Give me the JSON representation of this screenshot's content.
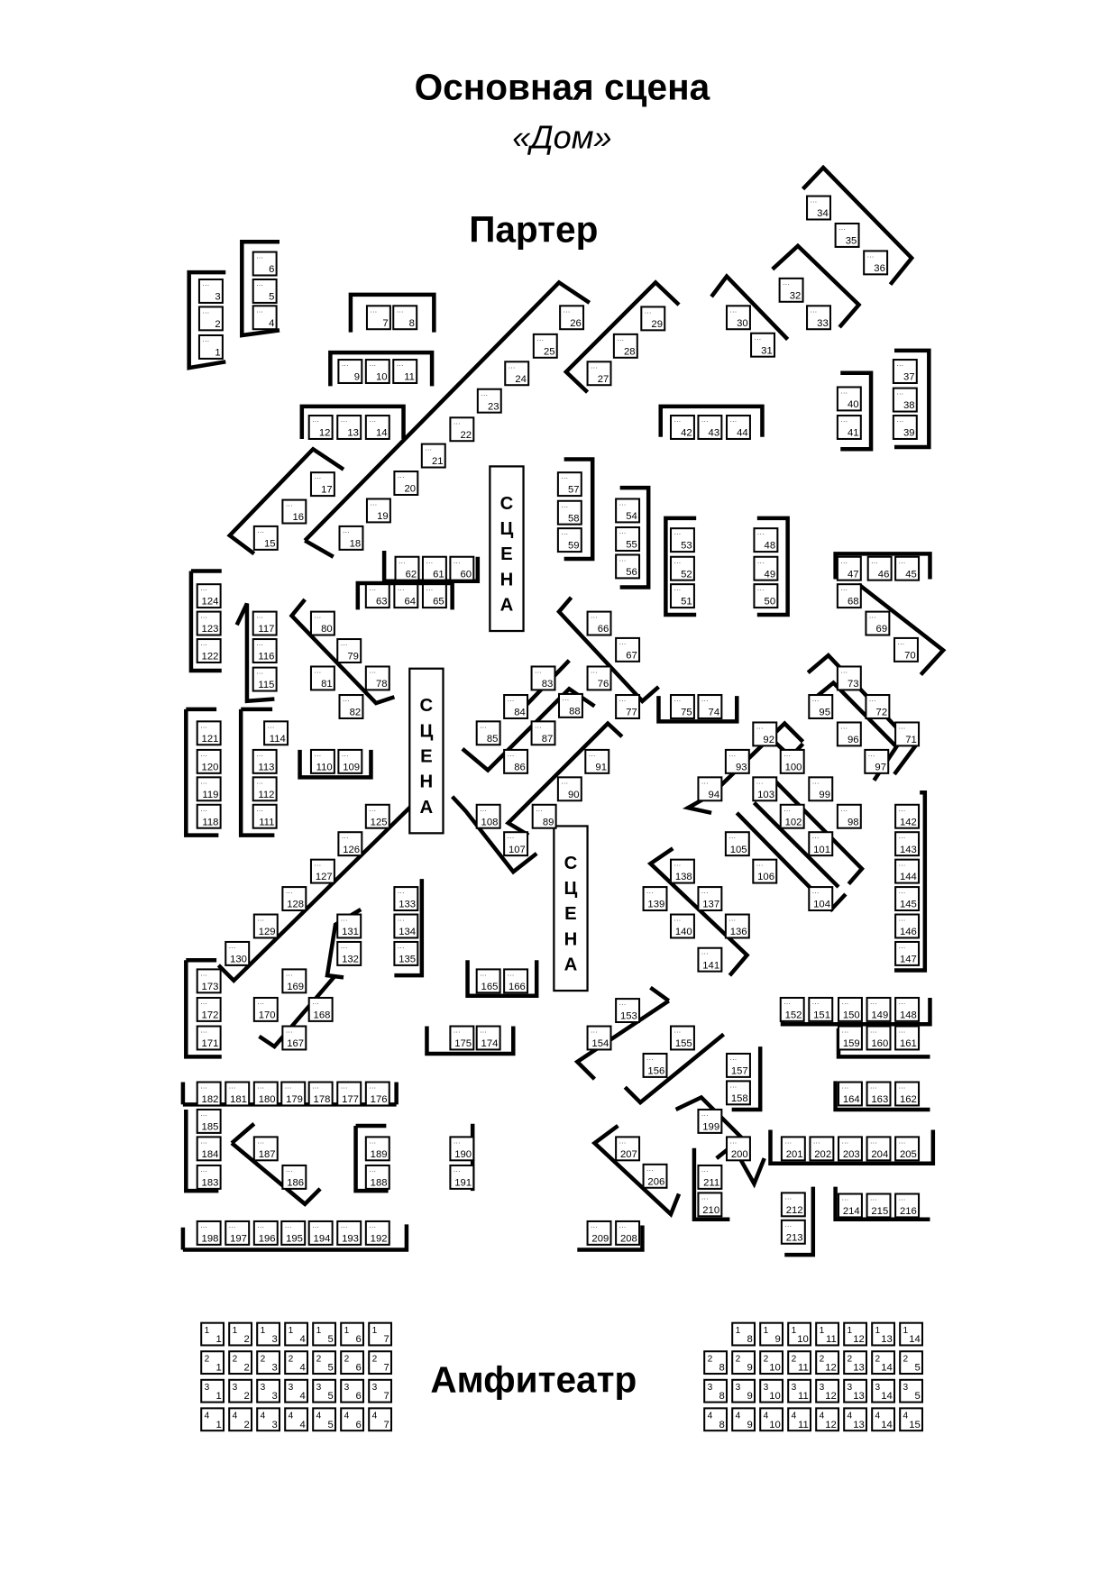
{
  "header": {
    "title": "Основная сцена",
    "subtitle": "«Дом»"
  },
  "parterre": {
    "label": "Партер",
    "stage_label": "СЦЕНА",
    "seat_marker": "···",
    "seats": [
      "1",
      "2",
      "3",
      "4",
      "5",
      "6",
      "7",
      "8",
      "9",
      "10",
      "11",
      "12",
      "13",
      "14",
      "15",
      "16",
      "17",
      "18",
      "19",
      "20",
      "21",
      "22",
      "23",
      "24",
      "25",
      "26",
      "27",
      "28",
      "29",
      "30",
      "31",
      "32",
      "33",
      "34",
      "35",
      "36",
      "37",
      "38",
      "39",
      "40",
      "41",
      "42",
      "43",
      "44",
      "45",
      "46",
      "47",
      "48",
      "49",
      "50",
      "51",
      "52",
      "53",
      "54",
      "55",
      "56",
      "57",
      "58",
      "59",
      "60",
      "61",
      "62",
      "63",
      "64",
      "65",
      "66",
      "67",
      "68",
      "69",
      "70",
      "71",
      "72",
      "73",
      "74",
      "75",
      "76",
      "77",
      "78",
      "79",
      "80",
      "81",
      "82",
      "83",
      "84",
      "85",
      "86",
      "87",
      "88",
      "89",
      "90",
      "91",
      "92",
      "93",
      "94",
      "95",
      "96",
      "97",
      "98",
      "99",
      "100",
      "101",
      "102",
      "103",
      "104",
      "105",
      "106",
      "107",
      "108",
      "109",
      "110",
      "111",
      "112",
      "113",
      "114",
      "115",
      "116",
      "117",
      "118",
      "119",
      "120",
      "121",
      "122",
      "123",
      "124",
      "125",
      "126",
      "127",
      "128",
      "129",
      "130",
      "131",
      "132",
      "133",
      "134",
      "135",
      "136",
      "137",
      "138",
      "139",
      "140",
      "141",
      "142",
      "143",
      "144",
      "145",
      "146",
      "147",
      "148",
      "149",
      "150",
      "151",
      "152",
      "153",
      "154",
      "155",
      "156",
      "157",
      "158",
      "159",
      "160",
      "161",
      "162",
      "163",
      "164",
      "165",
      "166",
      "167",
      "168",
      "169",
      "170",
      "171",
      "172",
      "173",
      "174",
      "175",
      "176",
      "177",
      "178",
      "179",
      "180",
      "181",
      "182",
      "183",
      "184",
      "185",
      "186",
      "187",
      "188",
      "189",
      "190",
      "191",
      "192",
      "193",
      "194",
      "195",
      "196",
      "197",
      "198",
      "199",
      "200",
      "201",
      "202",
      "203",
      "204",
      "205",
      "206",
      "207",
      "208",
      "209",
      "210",
      "211",
      "212",
      "213",
      "214",
      "215",
      "216"
    ]
  },
  "amphitheater": {
    "label": "Амфитеатр",
    "left_block": [
      {
        "row": "1",
        "seats": [
          "1",
          "2",
          "3",
          "4",
          "5",
          "6",
          "7"
        ]
      },
      {
        "row": "2",
        "seats": [
          "1",
          "2",
          "3",
          "4",
          "5",
          "6",
          "7"
        ]
      },
      {
        "row": "3",
        "seats": [
          "1",
          "2",
          "3",
          "4",
          "5",
          "6",
          "7"
        ]
      },
      {
        "row": "4",
        "seats": [
          "1",
          "2",
          "3",
          "4",
          "5",
          "6",
          "7"
        ]
      }
    ],
    "right_block": [
      {
        "row": "1",
        "seats": [
          "8",
          "9",
          "10",
          "11",
          "12",
          "13",
          "14"
        ]
      },
      {
        "row": "2",
        "seats": [
          "8",
          "9",
          "10",
          "11",
          "12",
          "13",
          "14",
          "5"
        ]
      },
      {
        "row": "3",
        "seats": [
          "8",
          "9",
          "10",
          "11",
          "12",
          "13",
          "14",
          "5"
        ]
      },
      {
        "row": "4",
        "seats": [
          "8",
          "9",
          "10",
          "11",
          "12",
          "13",
          "14",
          "15"
        ]
      }
    ]
  }
}
